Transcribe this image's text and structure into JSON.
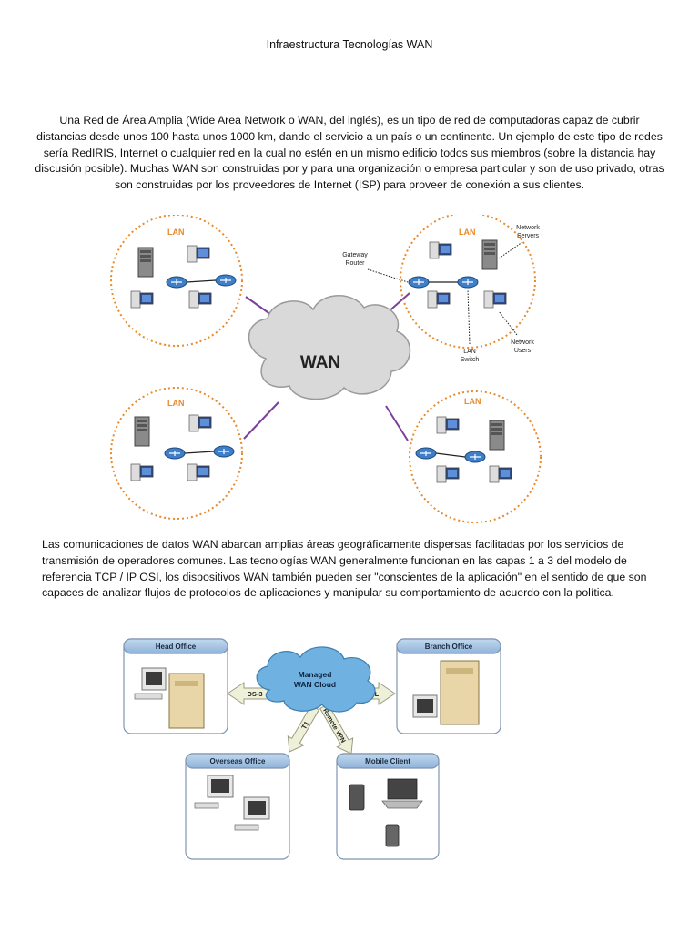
{
  "document": {
    "title": "Infraestructura Tecnologías WAN",
    "paragraph_1": "Una Red de Área Amplia (Wide Area Network o WAN, del inglés), es un tipo de red de computadoras capaz de cubrir distancias desde unos 100 hasta unos 1000 km, dando el servicio a un país o un continente. Un ejemplo de este tipo de redes sería RedIRIS, Internet o cualquier red en la cual no estén en un mismo edificio todos sus miembros (sobre la distancia hay discusión posible). Muchas WAN son construidas por y para una organización o empresa particular y son de uso privado, otras son construidas por los proveedores de Internet (ISP) para proveer de conexión a sus clientes.",
    "paragraph_2": "Las comunicaciones de datos WAN abarcan amplias áreas geográficamente dispersas facilitadas por los servicios de transmisión de operadores comunes. Las tecnologías WAN generalmente funcionan en las capas 1 a 3 del modelo de referencia TCP / IP OSI, los dispositivos WAN también pueden ser \"conscientes de la aplicación\" en el sentido de que son capaces de analizar flujos de protocolos de aplicaciones y manipular su comportamiento de acuerdo con la política."
  },
  "figure_1": {
    "cloud_label": "WAN",
    "lan_label": "LAN",
    "gateway_router": "Gateway Router",
    "network_servers": "Network Servers",
    "lan_switch": "LAN Switch",
    "network_users": "Network Users"
  },
  "figure_2": {
    "cloud_label": "Managed WAN Cloud",
    "head_office": "Head Office",
    "branch_office": "Branch Office",
    "overseas_office": "Overseas Office",
    "mobile_client": "Mobile Client",
    "link_ds3": "DS-3",
    "link_adsl": "ADSL",
    "link_t1": "T1",
    "link_vpn": "Remote VPN"
  },
  "colors": {
    "lan_ring": "#e98a2c",
    "wan_link": "#7b3f9e",
    "cloud": "#d9d9d9",
    "managed_cloud": "#6fb1e0",
    "office_header": "#9dbfe0",
    "arrow": "#eef0d8"
  }
}
